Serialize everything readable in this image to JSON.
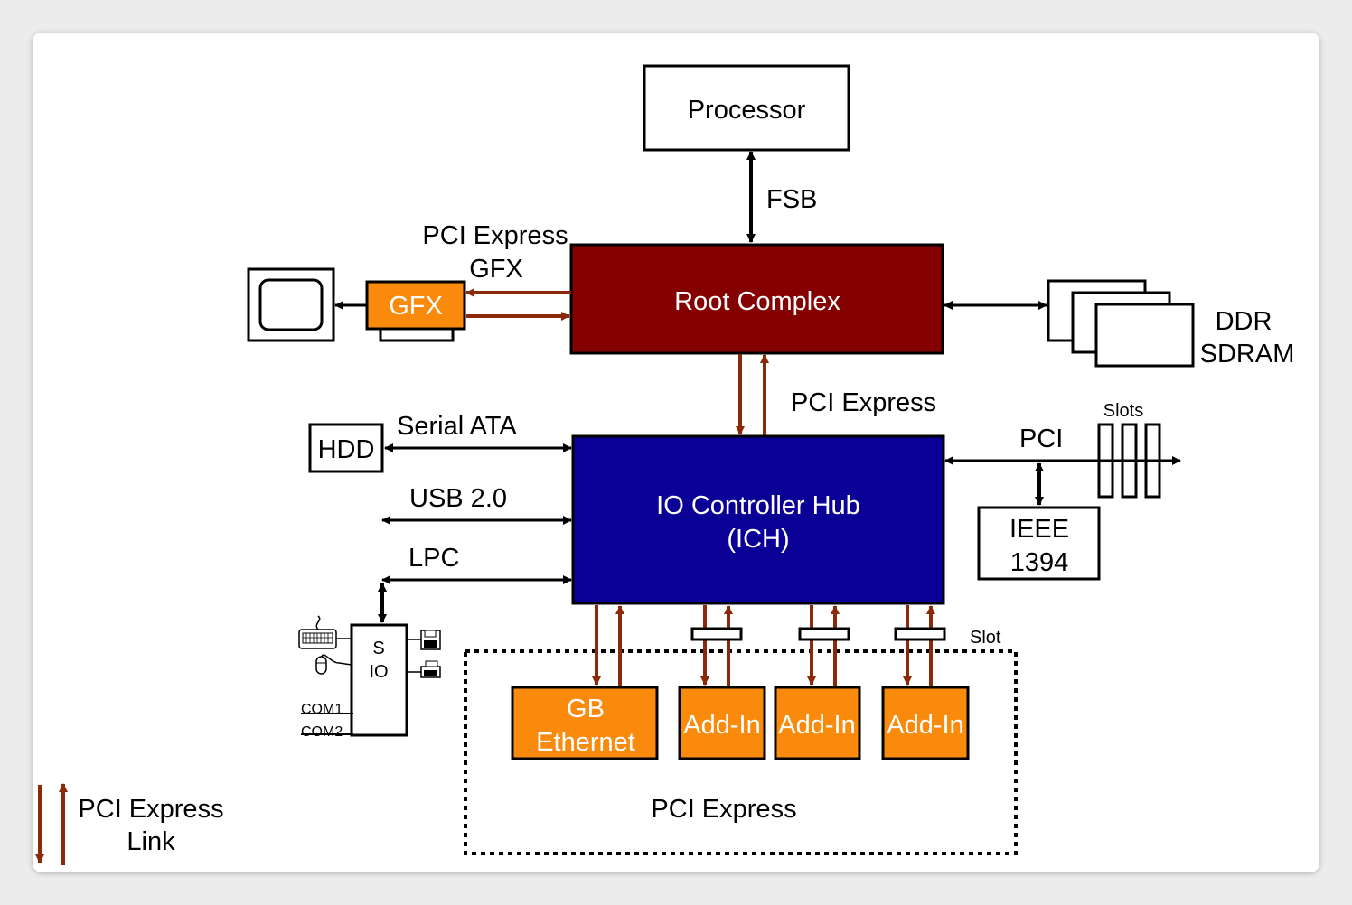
{
  "colors": {
    "root_complex": "#850000",
    "ich": "#0A0096",
    "orange": "#FA8A0C",
    "link": "#8B2A0A",
    "line": "#000000",
    "background": "#FFFFFF"
  },
  "nodes": {
    "processor": "Processor",
    "root_complex": "Root Complex",
    "ich_line1": "IO Controller Hub",
    "ich_line2": "(ICH)",
    "gfx": "GFX",
    "ddr_line1": "DDR",
    "ddr_line2": "SDRAM",
    "hdd": "HDD",
    "ieee_line1": "IEEE",
    "ieee_line2": "1394",
    "sio_line1": "S",
    "sio_line2": "IO",
    "gb_line1": "GB",
    "gb_line2": "Ethernet",
    "addin": [
      "Add-In",
      "Add-In",
      "Add-In"
    ]
  },
  "labels": {
    "fsb": "FSB",
    "pcie_gfx_line1": "PCI Express",
    "pcie_gfx_line2": "GFX",
    "pcie_mid": "PCI Express",
    "serial_ata": "Serial ATA",
    "usb": "USB 2.0",
    "lpc": "LPC",
    "pci": "PCI",
    "slots": "Slots",
    "slot": "Slot",
    "com1": "COM1",
    "com2": "COM2",
    "pcie_bottom": "PCI Express",
    "legend_line1": "PCI Express",
    "legend_line2": "Link"
  },
  "icons": [
    "monitor-icon",
    "keyboard-icon",
    "mouse-icon",
    "floppy-icon",
    "printer-icon"
  ]
}
